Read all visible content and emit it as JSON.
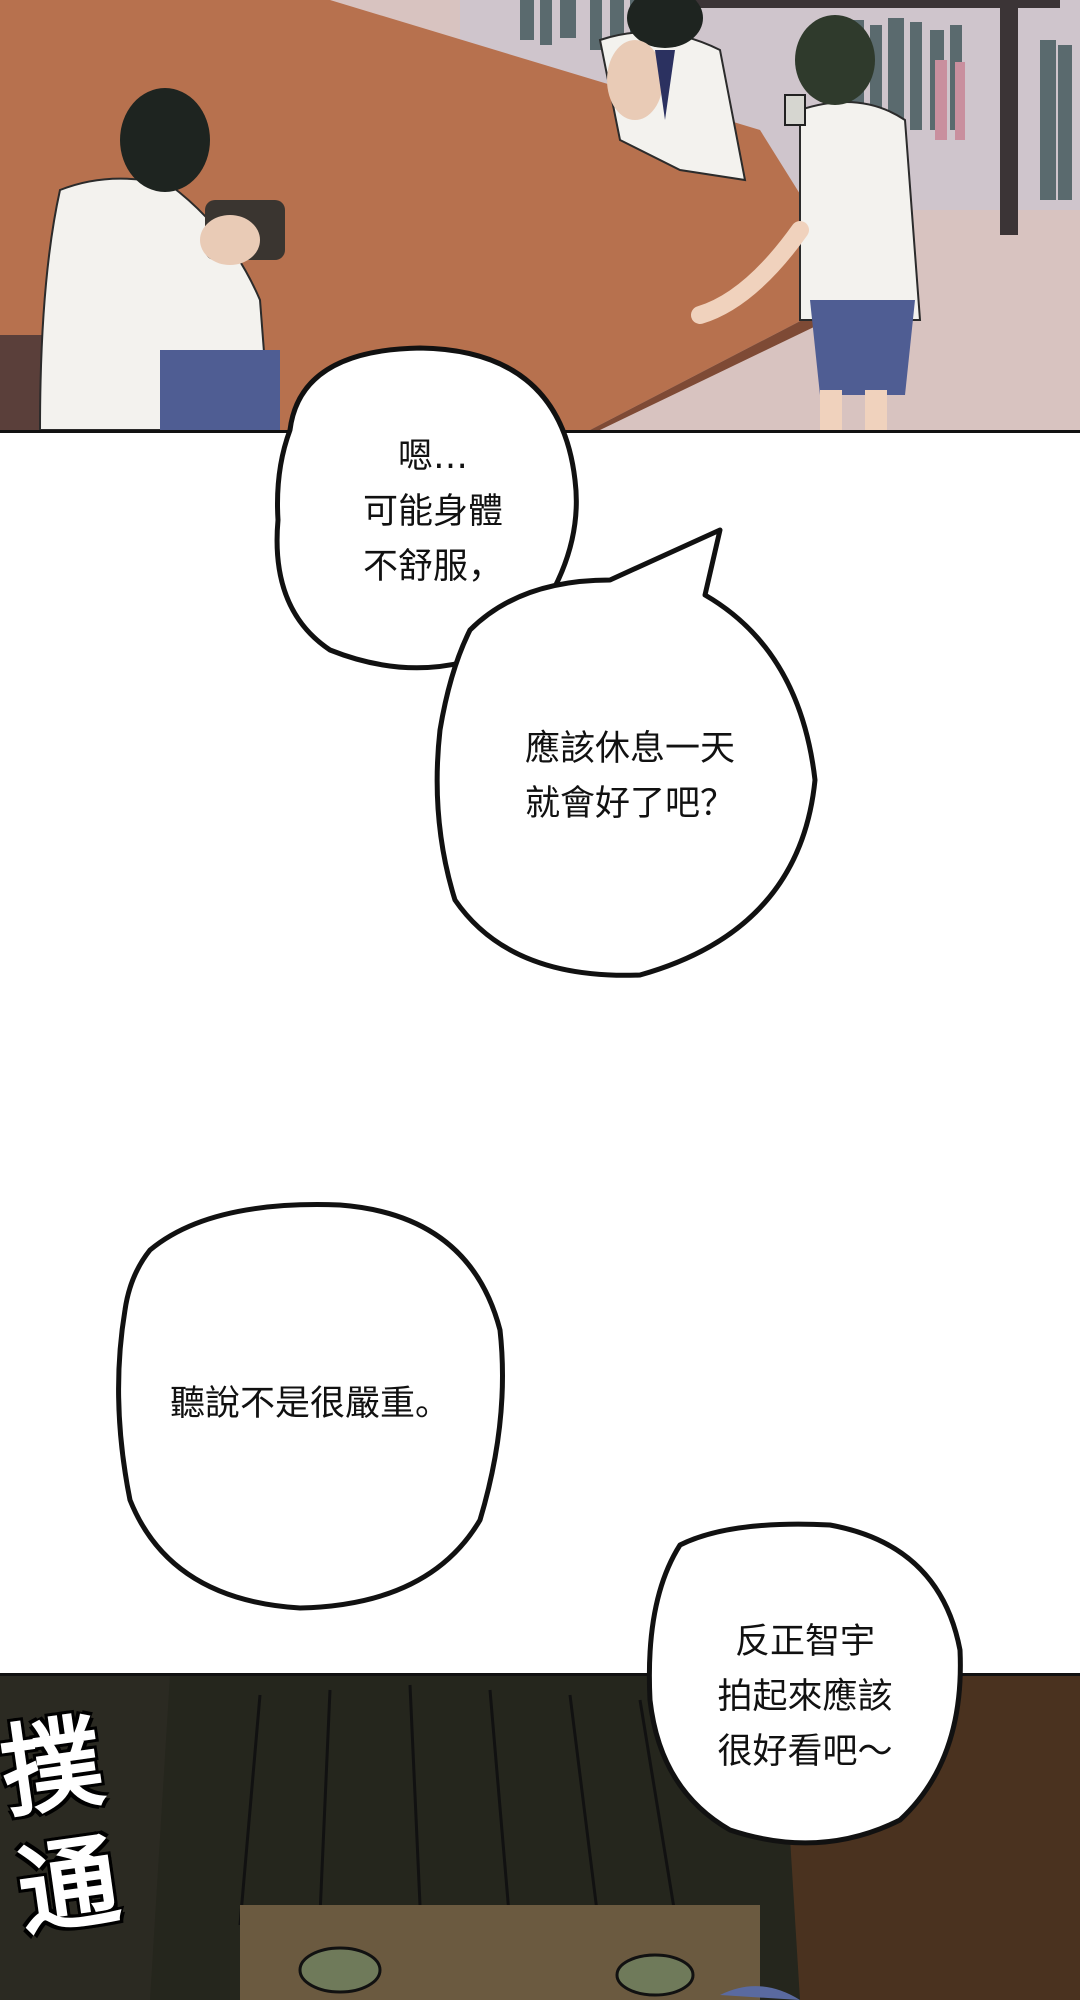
{
  "bubbles": {
    "b1": {
      "lines": [
        "嗯…",
        "可能身體",
        "不舒服，"
      ]
    },
    "b2": {
      "lines": [
        "應該休息一天",
        "就會好了吧？"
      ]
    },
    "b3": {
      "lines": [
        "聽說不是很嚴重。"
      ]
    },
    "b4": {
      "lines": [
        "反正智宇",
        "拍起來應該",
        "很好看吧～"
      ]
    }
  },
  "sfx": {
    "text": "撲通"
  },
  "colors": {
    "table": "#b7714e",
    "floor": "#d8c3c0",
    "shirt": "#f3f2ee",
    "shorts": "#4f5d93",
    "hair": "#1e2420",
    "bottom_bg": "#2b2a22"
  }
}
